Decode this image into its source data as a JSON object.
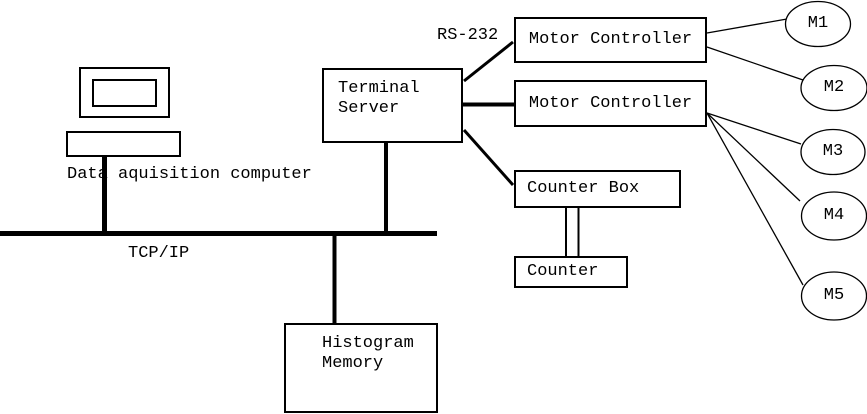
{
  "diagram": {
    "title_hint": "Data acquisition system block diagram",
    "computer_label": "Data aquisition computer",
    "network_label": "TCP/IP",
    "serial_label": "RS-232",
    "nodes": {
      "terminal_server": {
        "line1": "Terminal",
        "line2": "Server"
      },
      "motor_controller_1": "Motor Controller",
      "motor_controller_2": "Motor Controller",
      "counter_box": "Counter Box",
      "counter": "Counter",
      "histogram_memory": {
        "line1": "Histogram",
        "line2": "Memory"
      }
    },
    "motors": [
      {
        "label": "M1"
      },
      {
        "label": "M2"
      },
      {
        "label": "M3"
      },
      {
        "label": "M4"
      },
      {
        "label": "M5"
      }
    ],
    "colors": {
      "line": "#000000",
      "background": "#ffffff",
      "text": "#000000"
    }
  }
}
